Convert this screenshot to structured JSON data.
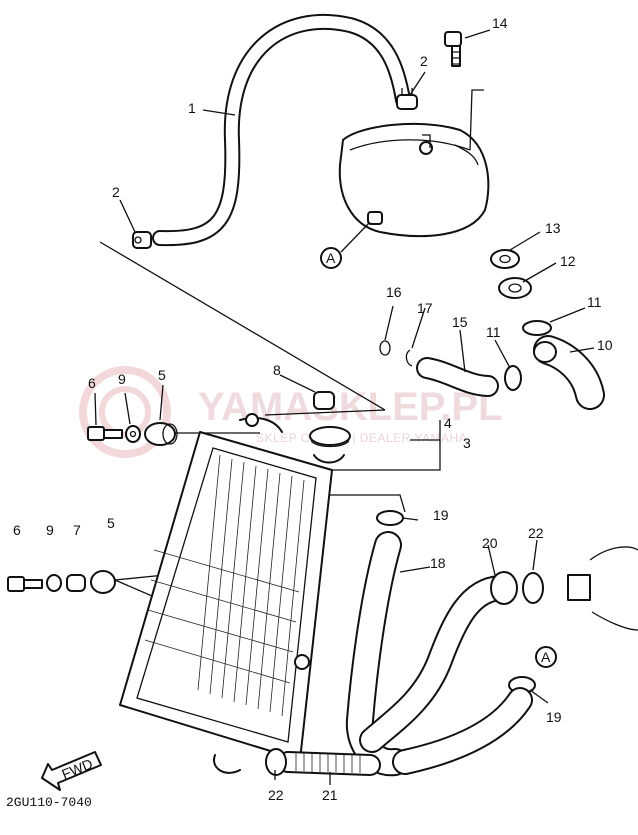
{
  "diagram": {
    "code": "2GU110-7040",
    "fwd_label": "FWD",
    "ref_marks": [
      "A",
      "A"
    ],
    "watermark": {
      "title": "YAMASKLEP.PL",
      "subtitle": "SKLEP ONLINE | DEALER YAMAHA"
    },
    "callouts": [
      "1",
      "2",
      "2",
      "3",
      "4",
      "5",
      "5",
      "6",
      "6",
      "7",
      "8",
      "9",
      "9",
      "10",
      "11",
      "11",
      "12",
      "13",
      "14",
      "15",
      "16",
      "17",
      "18",
      "19",
      "19",
      "20",
      "21",
      "22",
      "22"
    ]
  }
}
